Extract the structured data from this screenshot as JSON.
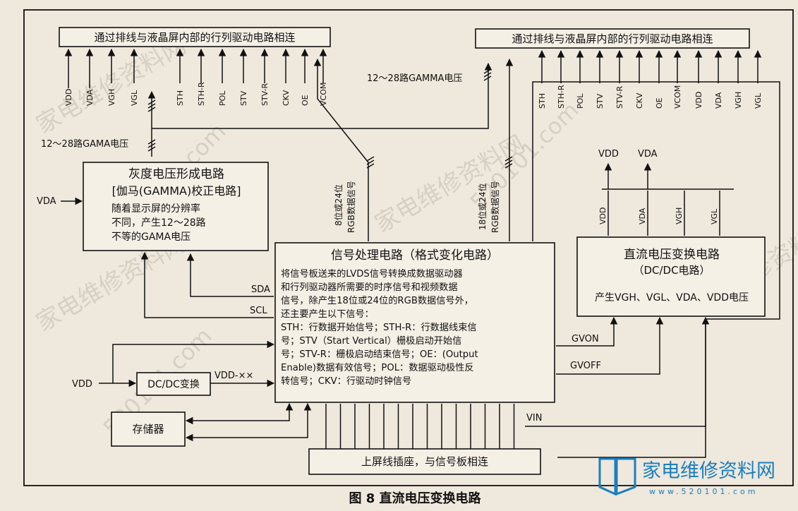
{
  "colors": {
    "background": "#efe8dc",
    "ink": "#111111",
    "logo": "#1a7fc0"
  },
  "top_left_box": "通过排线与液晶屏内部的行列驱动电路相连",
  "top_right_box": "通过排线与液晶屏内部的行列驱动电路相连",
  "left_pins": [
    "VDD",
    "VDA",
    "VGH",
    "VGL",
    "STH",
    "STH-R",
    "POL",
    "STV",
    "STV-R",
    "CKV",
    "OE",
    "VCOM"
  ],
  "right_pins": [
    "STH",
    "STH-R",
    "POL",
    "STV",
    "STV-R",
    "CKV",
    "OE",
    "VCOM",
    "VDD",
    "VDA",
    "VGH",
    "VGL"
  ],
  "gamma_label_left": "12～28路GAMA电压",
  "gamma_label_right": "12～28路GAMMA电压",
  "gamma_box": {
    "title": "灰度电压形成电路",
    "subtitle": "[伽马(GAMMA)校正电路]",
    "desc": [
      "随着显示屏的分辨率",
      "不同，产生12～28路",
      "不等的GAMA电压"
    ]
  },
  "vda_input": "VDA",
  "vertical_label_1": "8位或24位",
  "vertical_label_2": "RGB数据信号",
  "vertical_label_3": "18位或24位",
  "vertical_label_4": "RGB数据信号",
  "signal_box": {
    "title": "信号处理电路（格式变化电路）",
    "lines": [
      "将信号板送来的LVDS信号转换成数据驱动器",
      "和行列驱动器所需要的时序信号和视频数据",
      "信号，除产生18位或24位的RGB数据信号外，",
      "还主要产生以下信号：",
      "STH：行数据开始信号；STH-R：行数据线束信",
      "号；STV（Start Vertical）栅极启动开始信",
      "号；STV-R：栅极启动结束信号；OE：(Output",
      "Enable)数据有效信号；POL：数据驱动极性反",
      "转信号；CKV：行驱动时钟信号"
    ]
  },
  "sda": "SDA",
  "scl": "SCL",
  "dcdc_box": {
    "title": "直流电压变换电路",
    "subtitle": "（DC/DC电路）",
    "desc": "产生VGH、VGL、VDA、VDD电压"
  },
  "dcdc_pins": [
    "VDD",
    "VDA",
    "VGH",
    "VGL"
  ],
  "out_vdd": "VDD",
  "out_vda": "VDA",
  "gvon": "GVON",
  "gvoff": "GVOFF",
  "vin": "VIN",
  "vdd_in": "VDD",
  "small_dcdc": "DC/DC变换",
  "vdd_xx": "VDD-×× ",
  "memory": "存储器",
  "bottom_connector": "上屏线插座，与信号板相连",
  "caption": "图 8  直流电压变换电路",
  "watermark_site": "家电维修资料网",
  "watermark_url": "520101.com",
  "logo_name": "家电维修资料网",
  "logo_url": "www.520101.com"
}
